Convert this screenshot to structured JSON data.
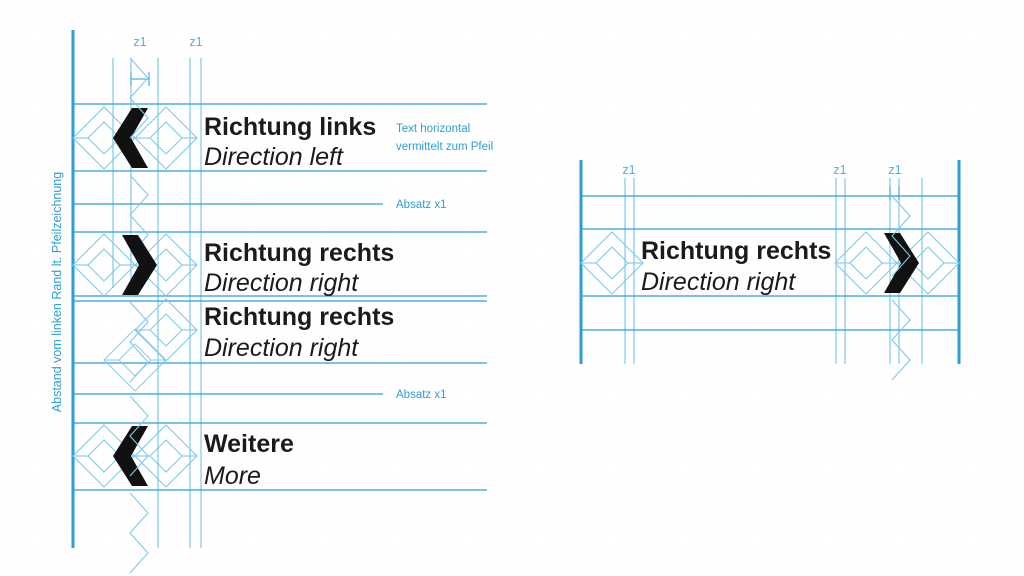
{
  "meta": {
    "title": "Pfeilzeichnung – Richtungspfeile Konstruktionsraster",
    "colors": {
      "guide_blue": "#2e9ed6",
      "guide_blue_light": "#7fc9ea",
      "arrow_black": "#111111",
      "background": "#ffffff",
      "annotation_blue": "#2e9ed6"
    }
  },
  "side_label": {
    "text": "Abstand vom linken Rand lt. Pfeilzeichnung"
  },
  "left_panel": {
    "dimension_labels": [
      {
        "id": "z1-a",
        "text": "z1"
      },
      {
        "id": "z1-b",
        "text": "z1"
      }
    ],
    "rows": [
      {
        "id": "row-direction-left",
        "de": "Richtung links",
        "en": "Direction left",
        "arrow": "chevron-left"
      },
      {
        "id": "row-direction-right-1",
        "de": "Richtung rechts",
        "en": "Direction right",
        "arrow": "chevron-right"
      },
      {
        "id": "row-direction-right-2",
        "de": "Richtung rechts",
        "en": "Direction right",
        "arrow": "none"
      },
      {
        "id": "row-more",
        "de": "Weitere",
        "en": "More",
        "arrow": "chevron-left"
      }
    ],
    "annotations": [
      {
        "id": "anno-text-horizontal",
        "line1": "Text horizontal",
        "line2": "vermittelt zum Pfeil"
      },
      {
        "id": "anno-absatz-1",
        "text": "Absatz x1"
      },
      {
        "id": "anno-absatz-2",
        "text": "Absatz x1"
      }
    ]
  },
  "right_panel": {
    "dimension_labels": [
      {
        "id": "r-z1-a",
        "text": "z1"
      },
      {
        "id": "r-z1-b",
        "text": "z1"
      },
      {
        "id": "r-z1-c",
        "text": "z1"
      }
    ],
    "row": {
      "id": "row-right-direction-right",
      "de": "Richtung rechts",
      "en": "Direction right",
      "arrow": "chevron-right"
    }
  }
}
